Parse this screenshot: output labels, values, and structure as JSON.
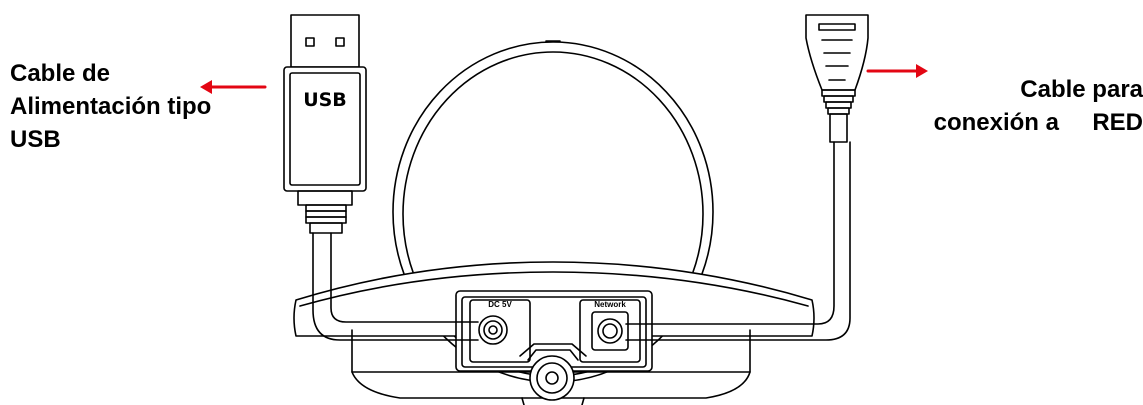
{
  "left_label": {
    "lines": [
      "Cable de",
      "Alimentación tipo",
      "USB"
    ]
  },
  "right_label": {
    "lines": [
      "Cable para",
      "conexión a     RED"
    ]
  },
  "usb_plug": {
    "text": "USB"
  },
  "ports": {
    "dc_label": "DC 5V",
    "network_label": "Network"
  },
  "colors": {
    "arrow": "#e30613",
    "line": "#000000",
    "background": "#ffffff"
  }
}
